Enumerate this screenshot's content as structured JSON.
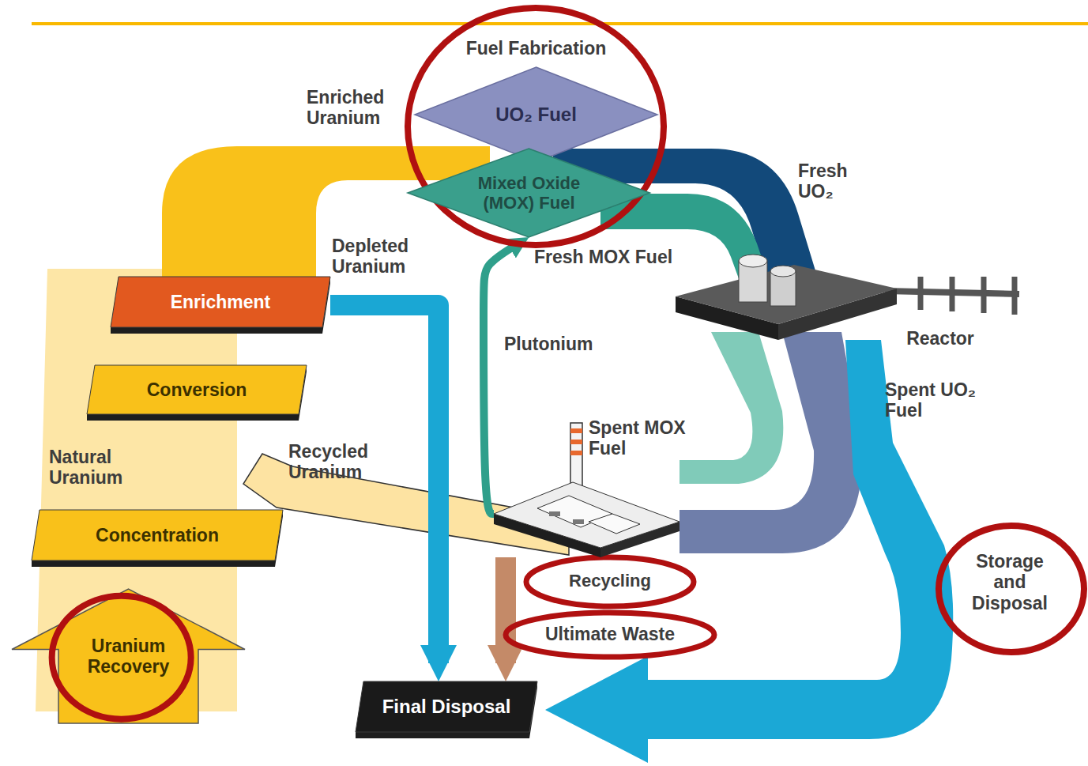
{
  "diagram": {
    "nodes": [
      {
        "text": [
          "Fuel Fabrication",
          "UO₂ Fuel"
        ]
      },
      {
        "text": [
          "Mixed Oxide (MOX) Fuel"
        ]
      },
      {
        "text": [
          "Reactor"
        ]
      },
      {
        "text": [
          "Enrichment"
        ]
      },
      {
        "text": [
          "Conversion"
        ]
      },
      {
        "text": [
          "Recycling"
        ]
      },
      {
        "text": [
          "Concentration"
        ]
      },
      {
        "text": [
          "Uranium Recovery"
        ]
      },
      {
        "text": [
          "Final Disposal"
        ]
      }
    ],
    "edges": [
      {
        "from": 3,
        "to": 8,
        "label": "Depleted Uranium",
        "arrow": "to"
      },
      {
        "from": 5,
        "to": 1,
        "label": "Plutonium",
        "arrow": "to"
      },
      {
        "from": 5,
        "to": 8,
        "label": "Ultimate Waste",
        "arrow": "to"
      }
    ],
    "labels": [
      "Enriched Uranium",
      "Fresh UO₂",
      "Fresh MOX Fuel",
      "Spent UO₂ Fuel",
      "Spent MOX Fuel",
      "Natural Uranium",
      "Recycled Uranium",
      "Storage and Disposal"
    ]
  }
}
